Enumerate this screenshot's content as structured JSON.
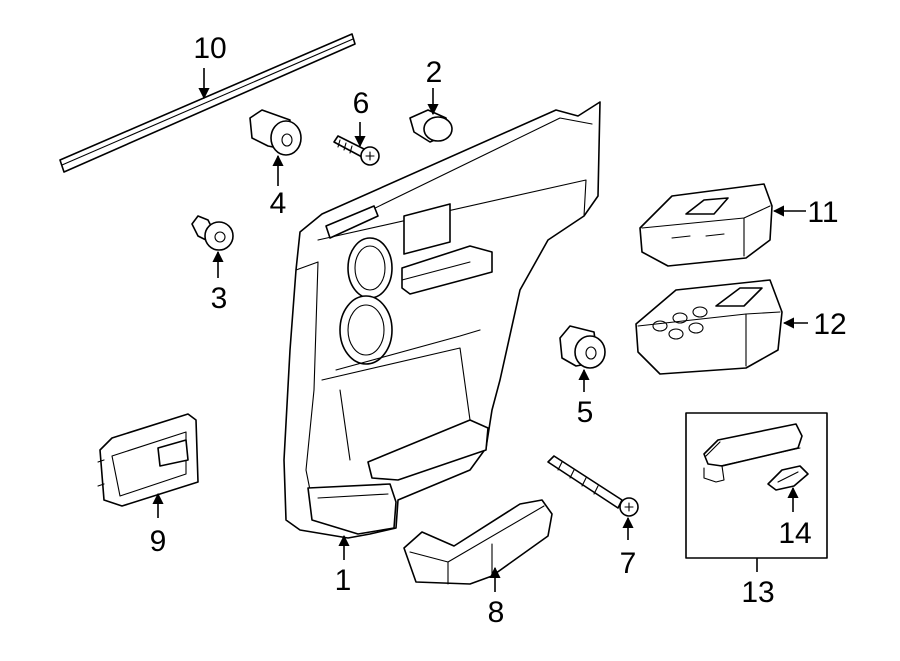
{
  "diagram": {
    "stroke_color": "#000000",
    "background_color": "#ffffff",
    "callouts": {
      "c1": "1",
      "c2": "2",
      "c3": "3",
      "c4": "4",
      "c5": "5",
      "c6": "6",
      "c7": "7",
      "c8": "8",
      "c9": "9",
      "c10": "10",
      "c11": "11",
      "c12": "12",
      "c13": "13",
      "c14": "14"
    }
  }
}
